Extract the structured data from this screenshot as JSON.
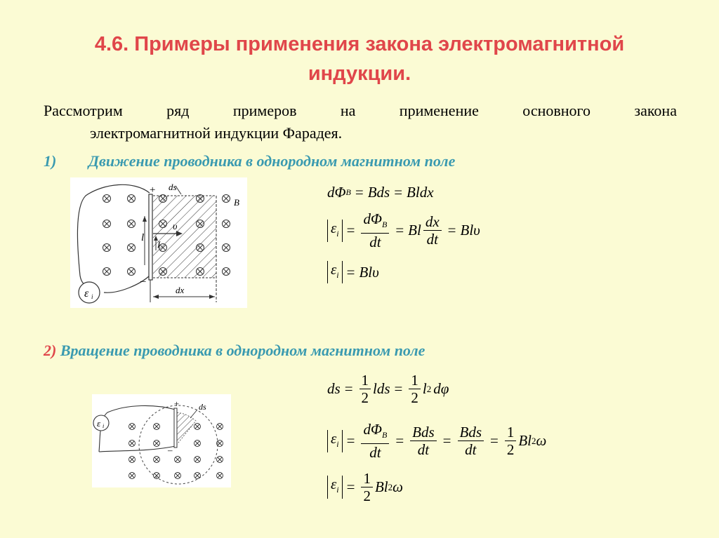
{
  "slide": {
    "title_line1": "4.6. Примеры применения закона электромагнитной",
    "title_line2": "индукции.",
    "intro_words": [
      "Рассмотрим",
      "ряд",
      "примеров",
      "на",
      "применение",
      "основного",
      "закона"
    ],
    "intro_line2": "электромагнитной индукции Фарадея.",
    "section1": {
      "number": "1)",
      "title": "Движение проводника в однородном магнитном поле"
    },
    "section2": {
      "number": "2)",
      "title": "Вращение проводника в однородном магнитном поле"
    },
    "fig1_labels": {
      "plus": "+",
      "minus": "–",
      "ds": "ds",
      "B": "B",
      "l": "l",
      "I": "I",
      "v": "υ",
      "dx": "dx",
      "emf": "ε",
      "emf_sub": "i"
    },
    "fig2_labels": {
      "plus": "+",
      "minus": "–",
      "ds": "ds",
      "emf": "ε",
      "emf_sub": "i"
    },
    "eq1": {
      "dPhi": "dΦ",
      "B": "B",
      "eq": "=",
      "Bds": "Bds",
      "Bldx": "Bldx"
    },
    "eq2": {
      "eps": "ε",
      "i": "i",
      "eq": "=",
      "dPhi": "dΦ",
      "B": "B",
      "dt": "dt",
      "Bl": "Bl",
      "dx": "dx",
      "Blv": "Blυ"
    },
    "eq3": {
      "eps": "ε",
      "i": "i",
      "eq": "=",
      "Blv": "Blυ"
    },
    "eq4": {
      "ds": "ds",
      "eq": "=",
      "one": "1",
      "two": "2",
      "lds": "lds",
      "l": "l",
      "sq": "2",
      "dphi": "dφ"
    },
    "eq5": {
      "eps": "ε",
      "i": "i",
      "eq": "=",
      "dPhi": "dΦ",
      "B": "B",
      "dt": "dt",
      "Bds": "Bds",
      "one": "1",
      "two": "2",
      "Bl": "Bl",
      "sq": "2",
      "omega": "ω"
    },
    "eq6": {
      "eps": "ε",
      "i": "i",
      "eq": "=",
      "one": "1",
      "two": "2",
      "Bl": "Bl",
      "sq": "2",
      "omega": "ω"
    }
  }
}
